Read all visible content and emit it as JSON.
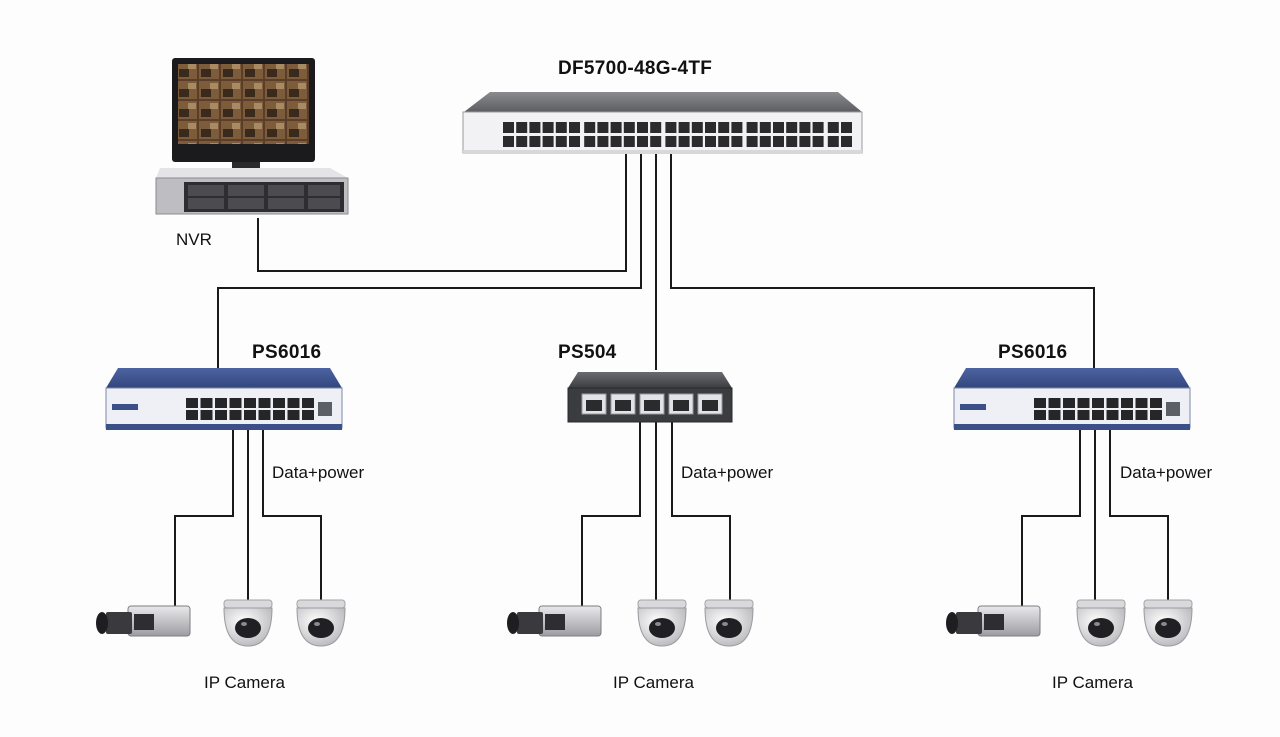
{
  "core_switch": {
    "model": "DF5700-48G-4TF"
  },
  "nvr": {
    "label": "NVR"
  },
  "access_switches": [
    {
      "model": "PS6016",
      "link_label": "Data+power",
      "cameras_label": "IP Camera"
    },
    {
      "model": "PS504",
      "link_label": "Data+power",
      "cameras_label": "IP Camera"
    },
    {
      "model": "PS6016",
      "link_label": "Data+power",
      "cameras_label": "IP Camera"
    }
  ],
  "colors": {
    "line": "#1a1a1a",
    "core_switch_body": "#6e6e72",
    "access_switch_blue": "#3b5089",
    "ps504_body": "#4a4b4f"
  }
}
